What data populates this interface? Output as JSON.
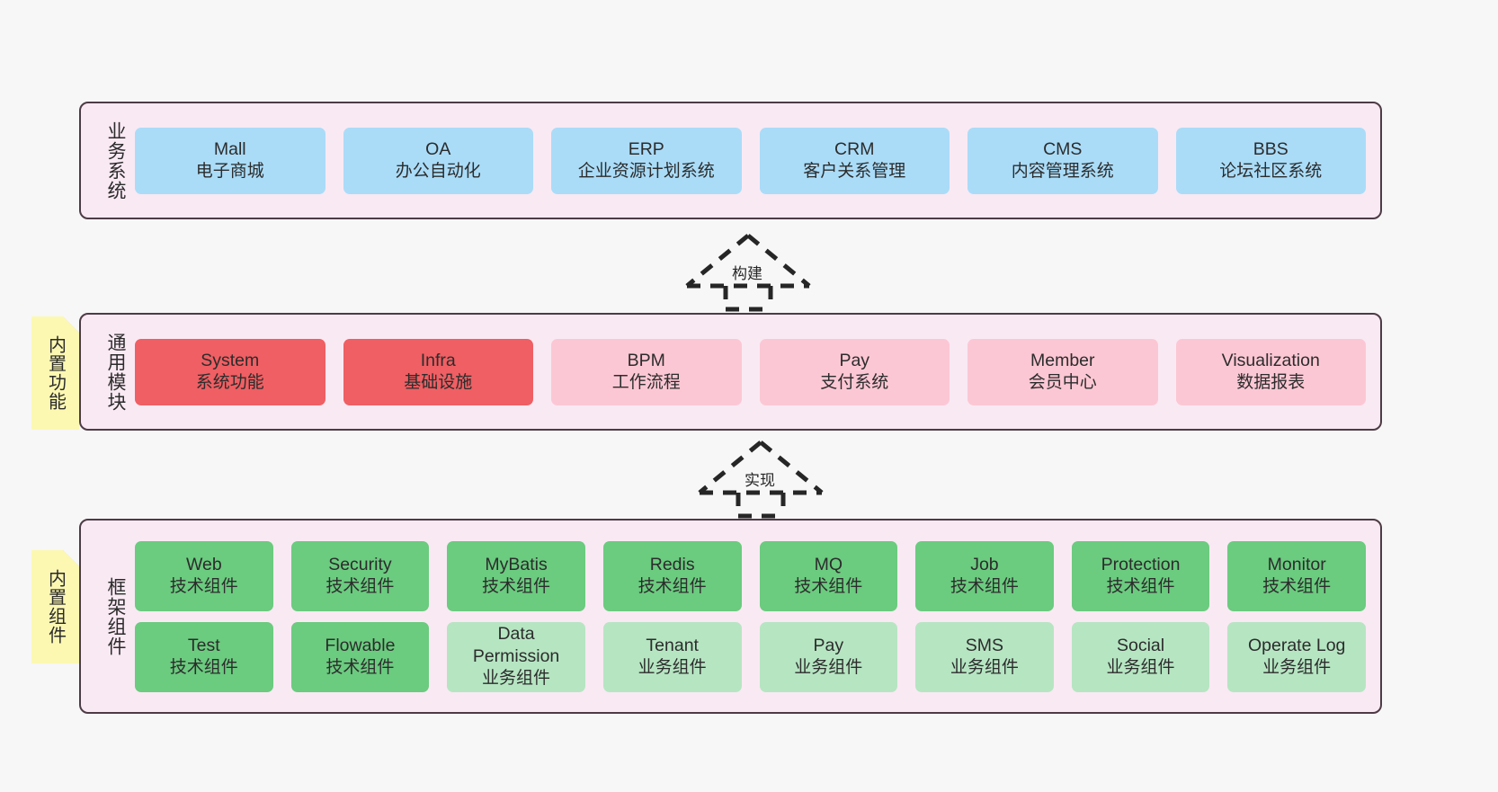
{
  "diagram": {
    "background_color": "#f7f7f7",
    "container_fill": "#f9e9f3",
    "container_border": "#4d3b45",
    "note_fill": "#fcf8b2"
  },
  "layers": {
    "business": {
      "title": "业务系统",
      "accent": "#aadcf8",
      "items": [
        {
          "en": "Mall",
          "cn": "电子商城"
        },
        {
          "en": "OA",
          "cn": "办公自动化"
        },
        {
          "en": "ERP",
          "cn": "企业资源计划系统"
        },
        {
          "en": "CRM",
          "cn": "客户关系管理"
        },
        {
          "en": "CMS",
          "cn": "内容管理系统"
        },
        {
          "en": "BBS",
          "cn": "论坛社区系统"
        }
      ]
    },
    "modules": {
      "title": "通用模块",
      "note": "内置功能",
      "accent_primary": "#ef5f63",
      "accent_secondary": "#fcc7d4",
      "items": [
        {
          "en": "System",
          "cn": "系统功能",
          "style": "c-red"
        },
        {
          "en": "Infra",
          "cn": "基础设施",
          "style": "c-red"
        },
        {
          "en": "BPM",
          "cn": "工作流程",
          "style": "c-pink"
        },
        {
          "en": "Pay",
          "cn": "支付系统",
          "style": "c-pink"
        },
        {
          "en": "Member",
          "cn": "会员中心",
          "style": "c-pink"
        },
        {
          "en": "Visualization",
          "cn": "数据报表",
          "style": "c-pink"
        }
      ]
    },
    "framework": {
      "title": "框架组件",
      "note": "内置组件",
      "accent_primary": "#6bcb7f",
      "accent_secondary": "#b6e5c2",
      "row1": [
        {
          "en": "Web",
          "cn": "技术组件",
          "style": "c-green"
        },
        {
          "en": "Security",
          "cn": "技术组件",
          "style": "c-green"
        },
        {
          "en": "MyBatis",
          "cn": "技术组件",
          "style": "c-green"
        },
        {
          "en": "Redis",
          "cn": "技术组件",
          "style": "c-green"
        },
        {
          "en": "MQ",
          "cn": "技术组件",
          "style": "c-green"
        },
        {
          "en": "Job",
          "cn": "技术组件",
          "style": "c-green"
        },
        {
          "en": "Protection",
          "cn": "技术组件",
          "style": "c-green"
        },
        {
          "en": "Monitor",
          "cn": "技术组件",
          "style": "c-green"
        }
      ],
      "row2": [
        {
          "en": "Test",
          "cn": "技术组件",
          "style": "c-green"
        },
        {
          "en": "Flowable",
          "cn": "技术组件",
          "style": "c-green"
        },
        {
          "en": "Data Permission",
          "cn": "业务组件",
          "style": "c-lgreen"
        },
        {
          "en": "Tenant",
          "cn": "业务组件",
          "style": "c-lgreen"
        },
        {
          "en": "Pay",
          "cn": "业务组件",
          "style": "c-lgreen"
        },
        {
          "en": "SMS",
          "cn": "业务组件",
          "style": "c-lgreen"
        },
        {
          "en": "Social",
          "cn": "业务组件",
          "style": "c-lgreen"
        },
        {
          "en": "Operate Log",
          "cn": "业务组件",
          "style": "c-lgreen"
        }
      ]
    }
  },
  "connectors": [
    {
      "id": "build",
      "label": "构建",
      "direction": "up",
      "style": "dashed-generalization"
    },
    {
      "id": "implements",
      "label": "实现",
      "direction": "up",
      "style": "dashed-generalization"
    }
  ]
}
